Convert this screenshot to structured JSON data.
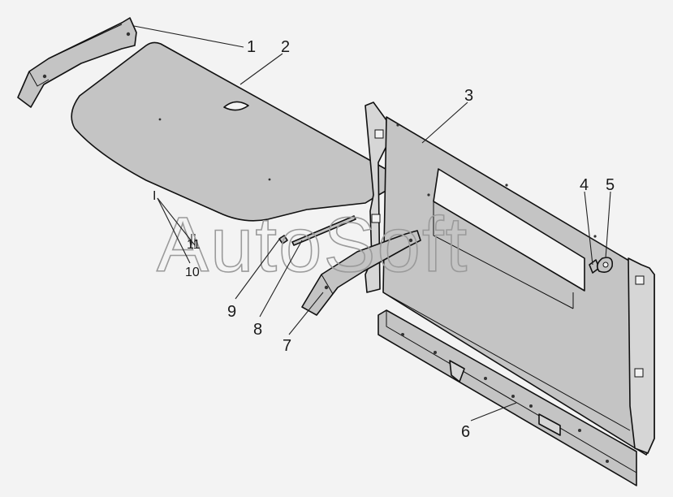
{
  "watermark": "AutoSoft",
  "colors": {
    "background": "#f3f3f3",
    "part_fill": "#c4c4c4",
    "part_fill_light": "#d6d6d6",
    "outline": "#111111"
  },
  "callouts": [
    {
      "id": "1",
      "label": "1"
    },
    {
      "id": "2",
      "label": "2"
    },
    {
      "id": "3",
      "label": "3"
    },
    {
      "id": "4",
      "label": "4"
    },
    {
      "id": "5",
      "label": "5"
    },
    {
      "id": "6",
      "label": "6"
    },
    {
      "id": "7",
      "label": "7"
    },
    {
      "id": "8",
      "label": "8"
    },
    {
      "id": "9",
      "label": "9"
    },
    {
      "id": "10",
      "label": "10"
    },
    {
      "id": "11",
      "label": "11"
    },
    {
      "id": "top",
      "label": "I"
    }
  ]
}
